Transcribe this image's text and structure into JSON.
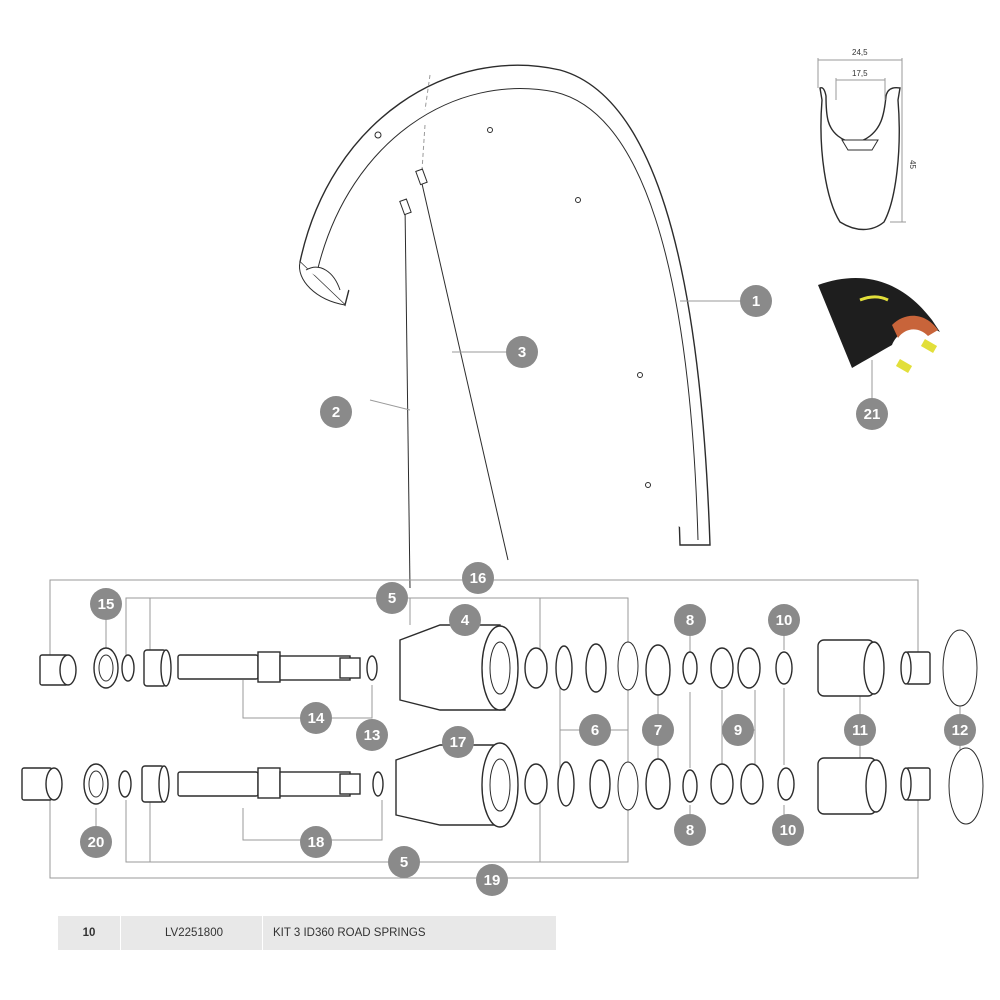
{
  "diagram": {
    "callouts": [
      "1",
      "2",
      "3",
      "4",
      "5",
      "6",
      "7",
      "8",
      "9",
      "10",
      "11",
      "12",
      "13",
      "14",
      "15",
      "16",
      "17",
      "18",
      "19",
      "20",
      "21"
    ],
    "rim_profile": {
      "outer_width": "24,5",
      "inner_width": "17,5",
      "height": "45"
    }
  },
  "parts_table": {
    "rows": [
      {
        "ref": "10",
        "code": "LV2251800",
        "description": "KIT 3 ID360 ROAD SPRINGS"
      }
    ]
  },
  "colors": {
    "callout": "#8a8a8a",
    "line": "#2c2c2c",
    "table_bg": "#e8e8e8",
    "tire_accent": "#c8643a",
    "valve": "#e2df3a"
  }
}
